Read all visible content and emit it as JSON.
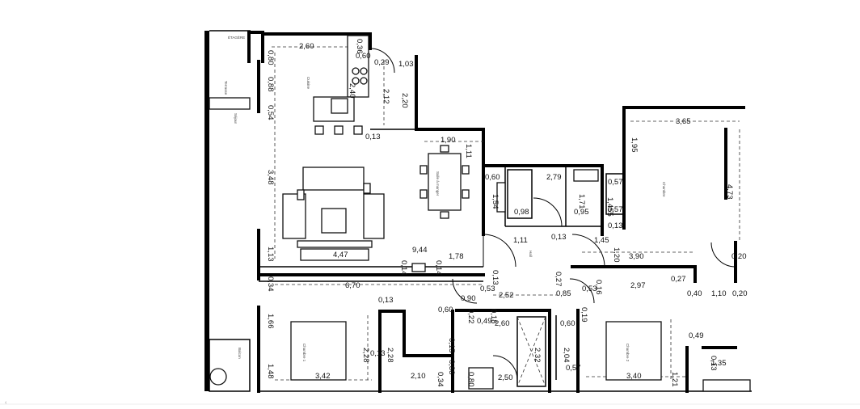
{
  "plan": {
    "room_labels": {
      "kitchen": "Cuisine",
      "living": "Séjour",
      "dining": "Salle à manger",
      "terrace": "Terrasse",
      "balcony": "Balcon",
      "bedroom_main": "Chambre",
      "hall": "Hall",
      "bedroom_1": "Chambre 1",
      "bedroom_2": "Chambre 2",
      "storage": "ÉTAGÈRE"
    },
    "dimensions": [
      "2,60",
      "0,80",
      "0,36",
      "0,60",
      "0,29",
      "1,03",
      "2,40",
      "0,88",
      "2,12",
      "2,20",
      "0,54",
      "0,13",
      "1,90",
      "1,11",
      "3,48",
      "0,60",
      "2,79",
      "1,54",
      "1,71",
      "0,57",
      "1,455",
      "0,98",
      "0,95",
      "0,57",
      "3,65",
      "1,95",
      "4,73",
      "1,13",
      "4,47",
      "9,44",
      "1,78",
      "0,14",
      "0,14",
      "1,11",
      "0,13",
      "0,13",
      "1,45",
      "1,20",
      "3,90",
      "0,20",
      "0,13",
      "0,34",
      "6,70",
      "0,13",
      "0,27",
      "0,85",
      "2,52",
      "0,53",
      "0,90",
      "0,22",
      "0,16",
      "2,97",
      "0,27",
      "0,40",
      "1,10",
      "0,20",
      "0,53",
      "0,19",
      "1,66",
      "0,13",
      "0,60",
      "0,18",
      "0,49",
      "2,60",
      "0,60",
      "0,49",
      "0,15",
      "2,28",
      "2,28",
      "2,32",
      "2,04",
      "1,48",
      "3,42",
      "2,10",
      "0,34",
      "0,80",
      "2,50",
      "0,57",
      "3,40",
      "1,21",
      "1,35",
      "0,13",
      "0,88"
    ]
  }
}
